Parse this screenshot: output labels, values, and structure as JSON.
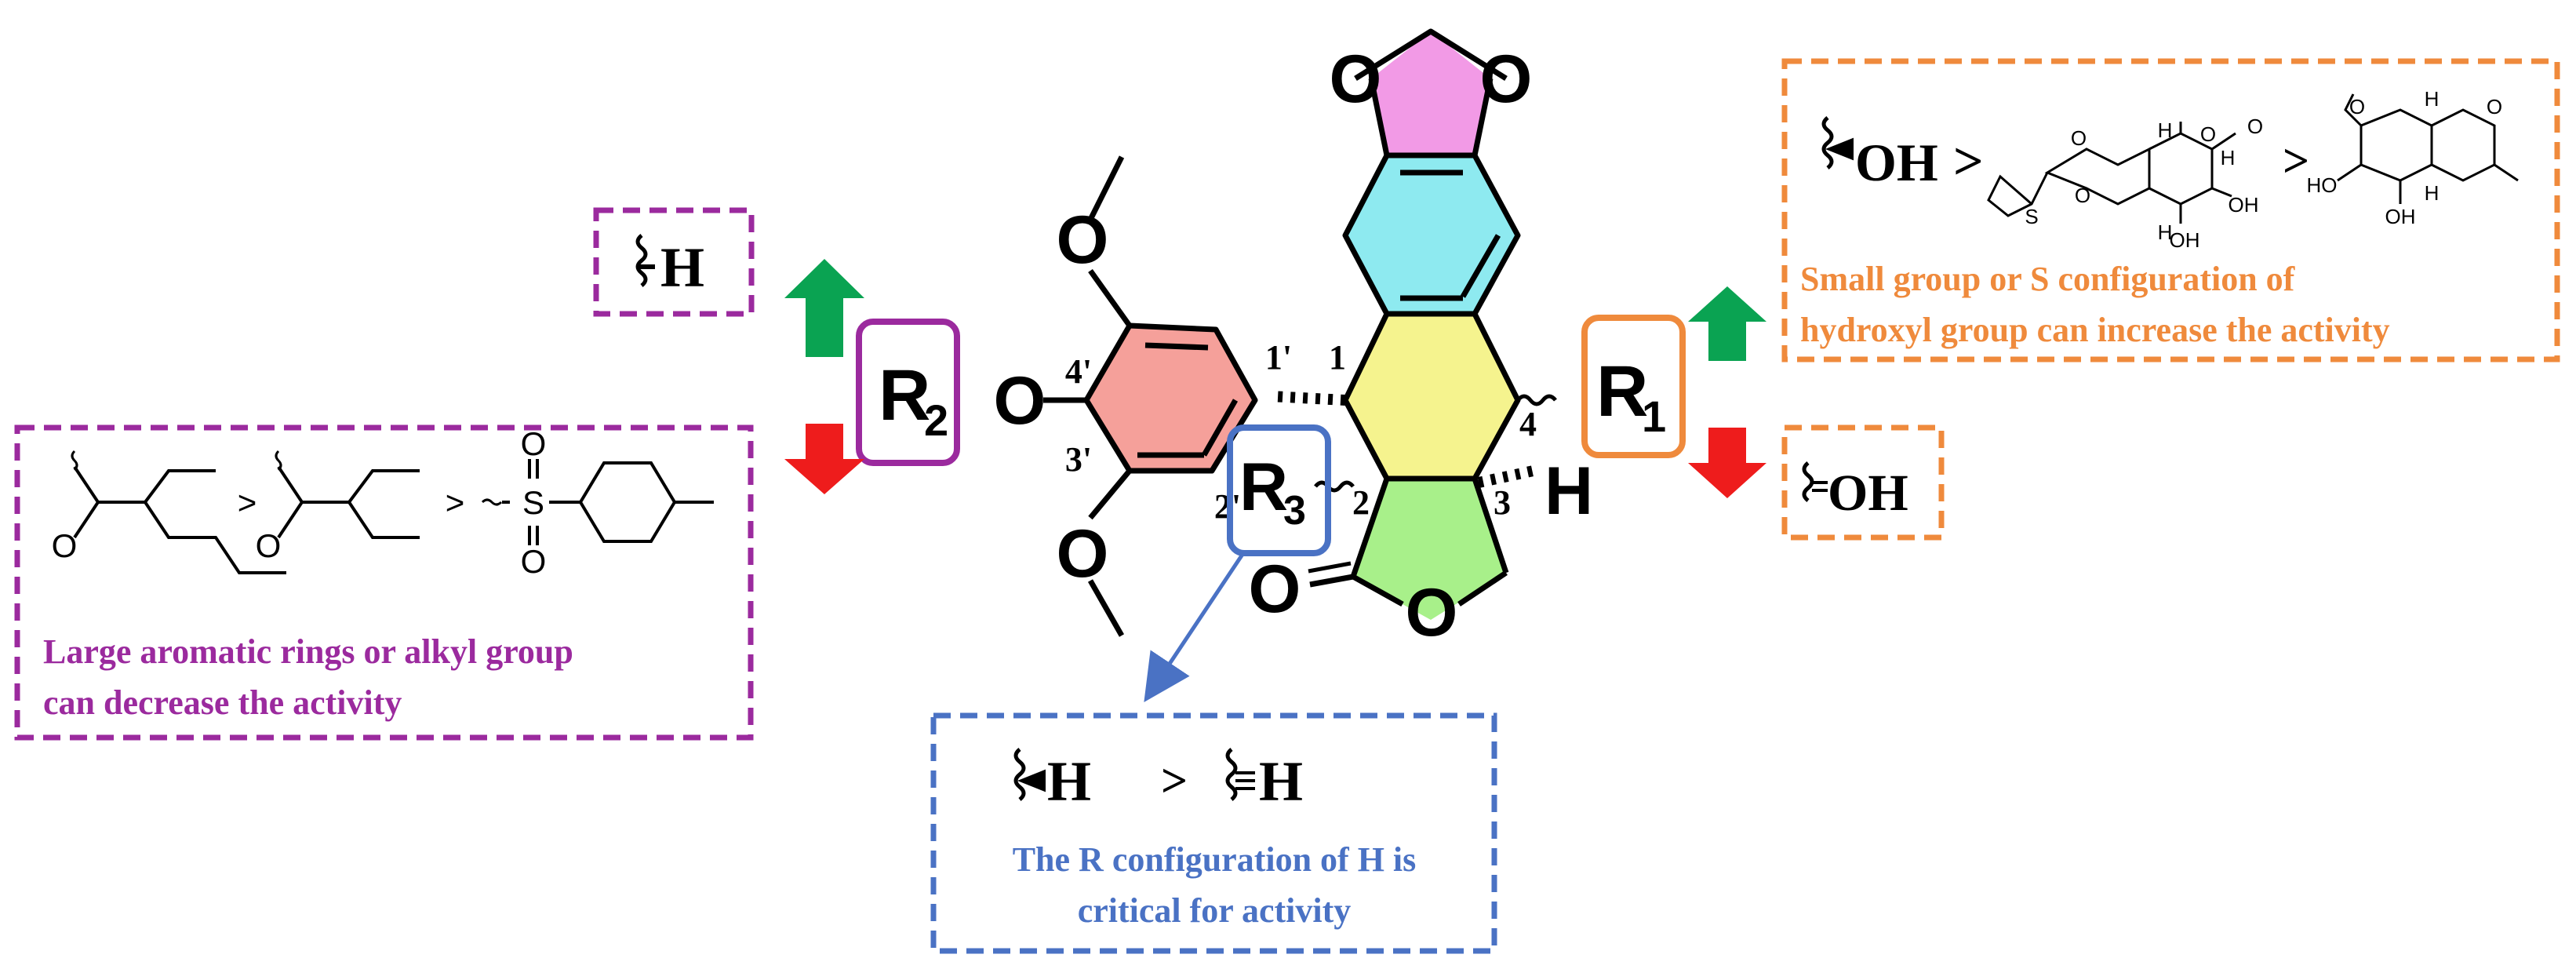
{
  "colors": {
    "purple": "#9b2a9e",
    "orange": "#ef8a3c",
    "blue": "#4a72c4",
    "green": "#0aa352",
    "red": "#ee1c1c",
    "pink": "#f29ae6",
    "cyan": "#8eeaf0",
    "yellow": "#f5f38e",
    "lightgreen": "#a8f08a",
    "salmon": "#f5a09a"
  },
  "core": {
    "ring_O_left": "O",
    "ring_O_right": "O",
    "methoxy_top_O": "O",
    "methoxy_bottom_O": "O",
    "ether_O": "O",
    "lactone_carbonyl_O": "O",
    "lactone_ring_O": "O",
    "H_label": "H",
    "pos_1p": "1'",
    "pos_1": "1",
    "pos_4p": "4'",
    "pos_4": "4",
    "pos_3p": "3'",
    "pos_2p": "2'",
    "pos_2": "2",
    "pos_3": "3"
  },
  "substituents": {
    "r1": "R",
    "r1_sub": "1",
    "r2": "R",
    "r2_sub": "2",
    "r3": "R",
    "r3_sub": "3"
  },
  "r2_panel": {
    "increase_group": "H",
    "comparators": [
      ">",
      ">"
    ],
    "carbonyl_O_1": "O",
    "carbonyl_O_2": "O",
    "sulfonyl_S": "S",
    "sulfonyl_O_top": "O",
    "sulfonyl_O_bottom": "O",
    "note_line1": "Large aromatic rings or alkyl group",
    "note_line2": "can decrease the activity"
  },
  "r1_panel": {
    "increase_group_1": "OH",
    "comparators": [
      ">",
      ">"
    ],
    "sugar_labels": [
      "O",
      "O",
      "O",
      "O",
      "H",
      "H",
      "H",
      "OH",
      "OH",
      "S"
    ],
    "cyclo_labels": [
      "O",
      "HO",
      "OH",
      "H",
      "H",
      "O"
    ],
    "note_line1": "Small group or S configuration of",
    "note_line2": "hydroxyl group can increase the activity",
    "decrease_group": "OH"
  },
  "r3_panel": {
    "group_1": "H",
    "comparator": ">",
    "group_2": "H",
    "note_line1": "The R configuration of H is",
    "note_line2": "critical for activity"
  }
}
